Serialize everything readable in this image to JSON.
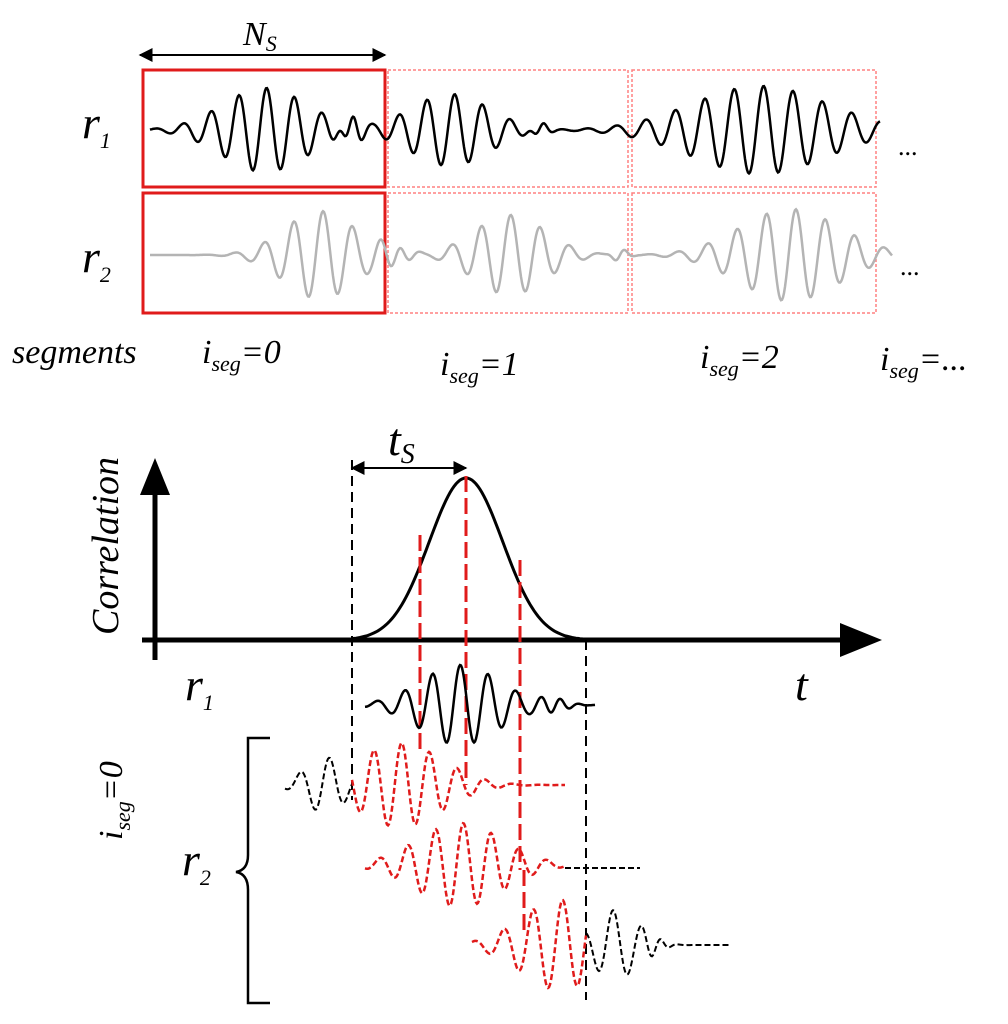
{
  "colors": {
    "ink": "#000000",
    "faded": "#b4b4b4",
    "highlight": "#e01b1b",
    "highlight_dashed": "#ff8080"
  },
  "top": {
    "segment_length": {
      "symbol": "N",
      "subscript": "S"
    },
    "signals": [
      {
        "symbol": "r",
        "subscript": "1"
      },
      {
        "symbol": "r",
        "subscript": "2"
      }
    ],
    "ellipsis": "...",
    "segments_label": "segments",
    "segment_labels": [
      {
        "symbol": "i",
        "subscript": "seg",
        "value": "=0"
      },
      {
        "symbol": "i",
        "subscript": "seg",
        "value": "=1"
      },
      {
        "symbol": "i",
        "subscript": "seg",
        "value": "=2"
      },
      {
        "symbol": "i",
        "subscript": "seg",
        "value": "=..."
      }
    ]
  },
  "bottom": {
    "y_axis_label": "Correlation",
    "x_axis_label": "t",
    "shift": {
      "symbol": "t",
      "subscript": "S"
    },
    "signal_1": {
      "symbol": "r",
      "subscript": "1"
    },
    "signal_2": {
      "symbol": "r",
      "subscript": "2"
    },
    "segment_label": {
      "symbol": "i",
      "subscript": "seg",
      "value": "=0"
    }
  }
}
